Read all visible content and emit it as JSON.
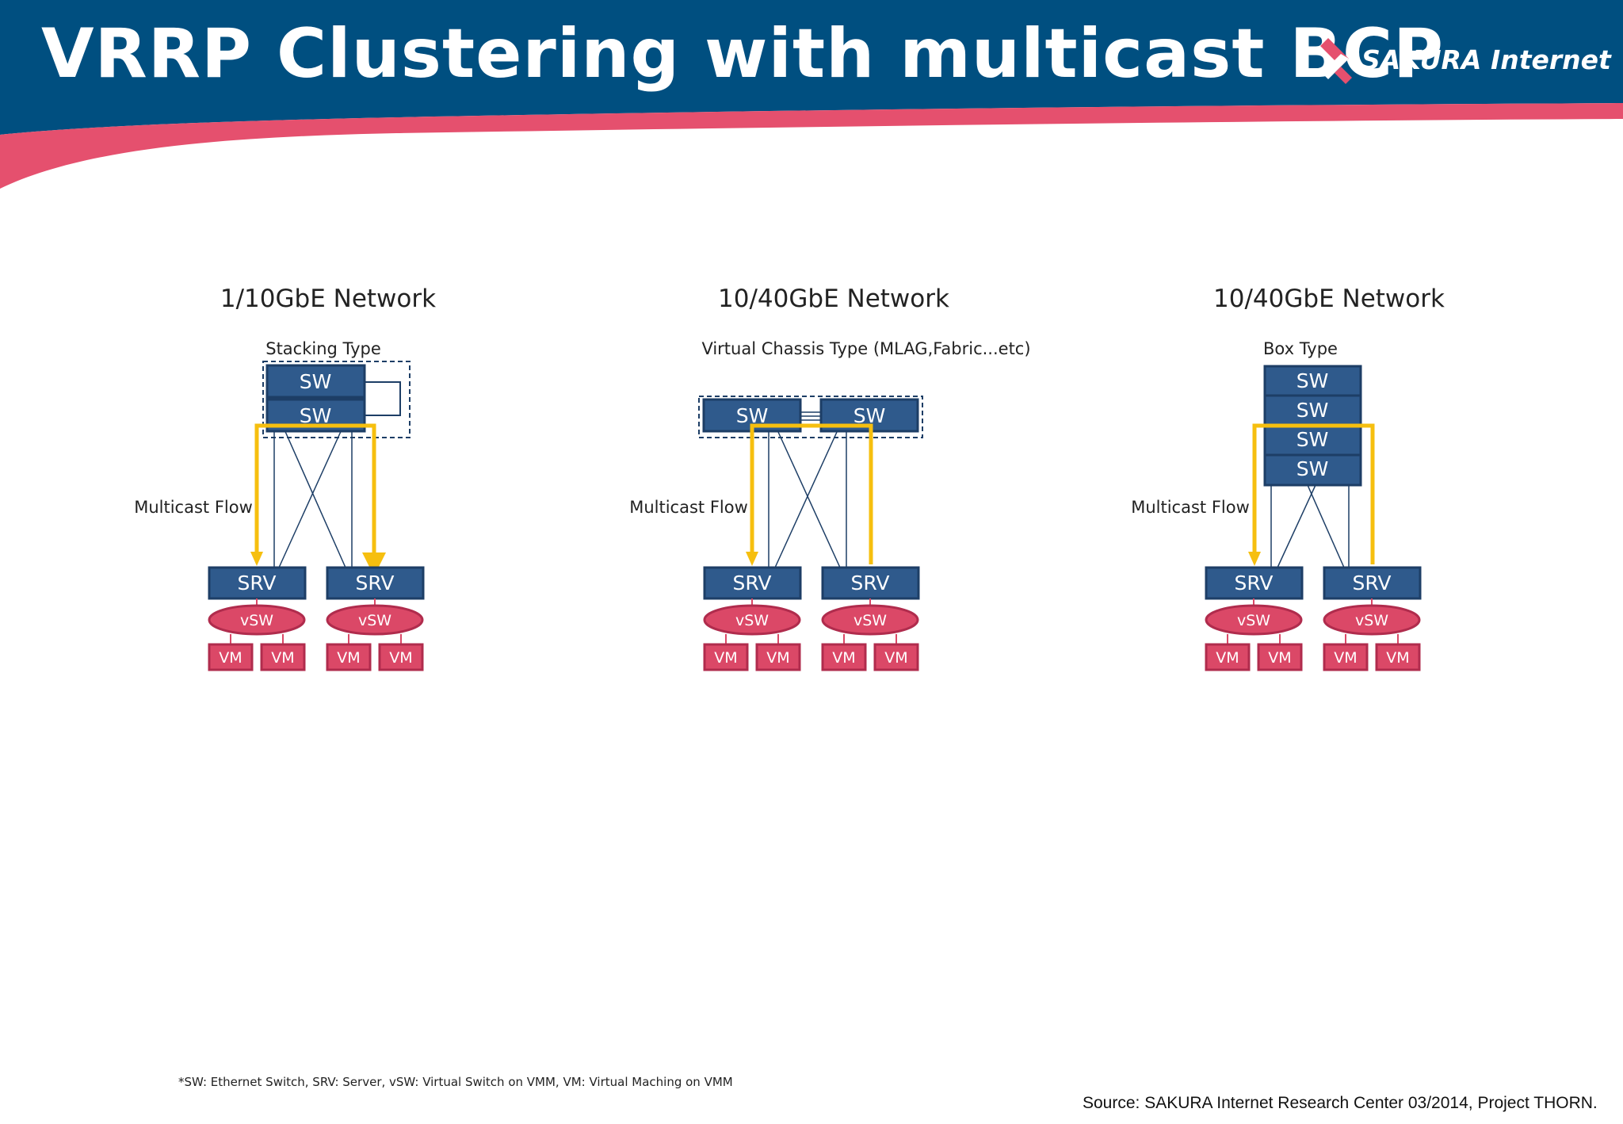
{
  "slide": {
    "title": "VRRP Clustering with multicast BCP",
    "logo_text": "SAKURA Internet"
  },
  "panels": [
    {
      "network": "1/10GbE Network",
      "type_label": "Stacking Type",
      "flow_label": "Multicast Flow",
      "switches": [
        "SW",
        "SW"
      ],
      "servers": [
        "SRV",
        "SRV"
      ],
      "vswitches": [
        "vSW",
        "vSW"
      ],
      "vms": [
        "VM",
        "VM",
        "VM",
        "VM"
      ]
    },
    {
      "network": "10/40GbE Network",
      "type_label": "Virtual Chassis Type (MLAG,Fabric...etc)",
      "flow_label": "Multicast Flow",
      "switches": [
        "SW",
        "SW"
      ],
      "servers": [
        "SRV",
        "SRV"
      ],
      "vswitches": [
        "vSW",
        "vSW"
      ],
      "vms": [
        "VM",
        "VM",
        "VM",
        "VM"
      ]
    },
    {
      "network": "10/40GbE Network",
      "type_label": "Box Type",
      "flow_label": "Multicast Flow",
      "switches": [
        "SW",
        "SW",
        "SW",
        "SW"
      ],
      "servers": [
        "SRV",
        "SRV"
      ],
      "vswitches": [
        "vSW",
        "vSW"
      ],
      "vms": [
        "VM",
        "VM",
        "VM",
        "VM"
      ]
    }
  ],
  "footnote": "*SW: Ethernet Switch, SRV: Server, vSW: Virtual Switch on VMM, VM: Virtual Maching on VMM",
  "source": "Source: SAKURA Internet Research Center 03/2014, Project THORN.",
  "colors": {
    "header_blue": "#004f80",
    "accent_pink": "#e5506e",
    "switch_blue": "#2f5a8c",
    "switch_border": "#1d3e66",
    "vm_pink": "#db4867",
    "flow_yellow": "#f6bf0f"
  },
  "icons": [
    "sakura-logo-icon"
  ]
}
